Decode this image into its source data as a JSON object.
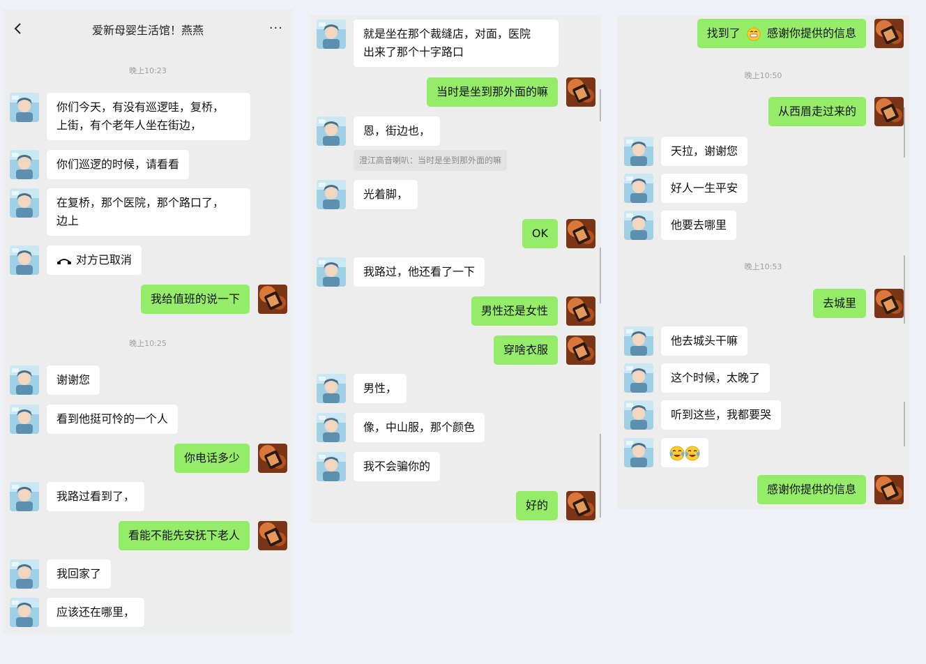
{
  "header": {
    "title": "爱新母婴生活馆！燕燕",
    "more_icon": "more-horizontal-icon",
    "back_icon": "chevron-left-icon"
  },
  "colors": {
    "incoming_bubble": "#ffffff",
    "outgoing_bubble": "#95ec69",
    "background": "#ededed"
  },
  "panel1": {
    "ts1": "晚上10:23",
    "m1_l1": "你们今天，有没有巡逻哇，复桥，",
    "m1_l2": "上街，有个老年人坐在街边，",
    "m2": "你们巡逻的时候，请看看",
    "m3_l1": "在复桥，那个医院，那个路口了，",
    "m3_l2": "边上",
    "m4": "对方已取消",
    "m5": "我给值班的说一下",
    "ts2": "晚上10:25",
    "m6": "谢谢您",
    "m7": "看到他挺可怜的一个人",
    "m8": "你电话多少",
    "m9": "我路过看到了，",
    "m10": "看能不能先安抚下老人",
    "m11": "我回家了",
    "m12": "应该还在哪里，"
  },
  "panel2": {
    "m1_l1": "就是坐在那个裁缝店，对面，医院",
    "m1_l2": "出来了那个十字路口",
    "m2": "当时是坐到那外面的嘛",
    "m3": "恩，街边也，",
    "m3_quote": "澄江高音喇叭：当时是坐到那外面的嘛",
    "m4": "光着脚，",
    "m5": "OK",
    "m6": "我路过，他还看了一下",
    "m7": "男性还是女性",
    "m8": "穿啥衣服",
    "m9": "男性，",
    "m10": "像，中山服，那个颜色",
    "m11": "我不会骗你的",
    "m12": "好的"
  },
  "panel3": {
    "m1": "找到了",
    "m1_b": "感谢你提供的信息",
    "ts1": "晚上10:50",
    "m2": "从西眉走过来的",
    "m3": "天拉，谢谢您",
    "m4": "好人一生平安",
    "m5": "他要去哪里",
    "ts2": "晚上10:53",
    "m6": "去城里",
    "m7": "他去城头干嘛",
    "m8": "这个时候，太晚了",
    "m9": "听到这些，我都要哭",
    "m10": "",
    "m11": "感谢你提供的信息"
  }
}
